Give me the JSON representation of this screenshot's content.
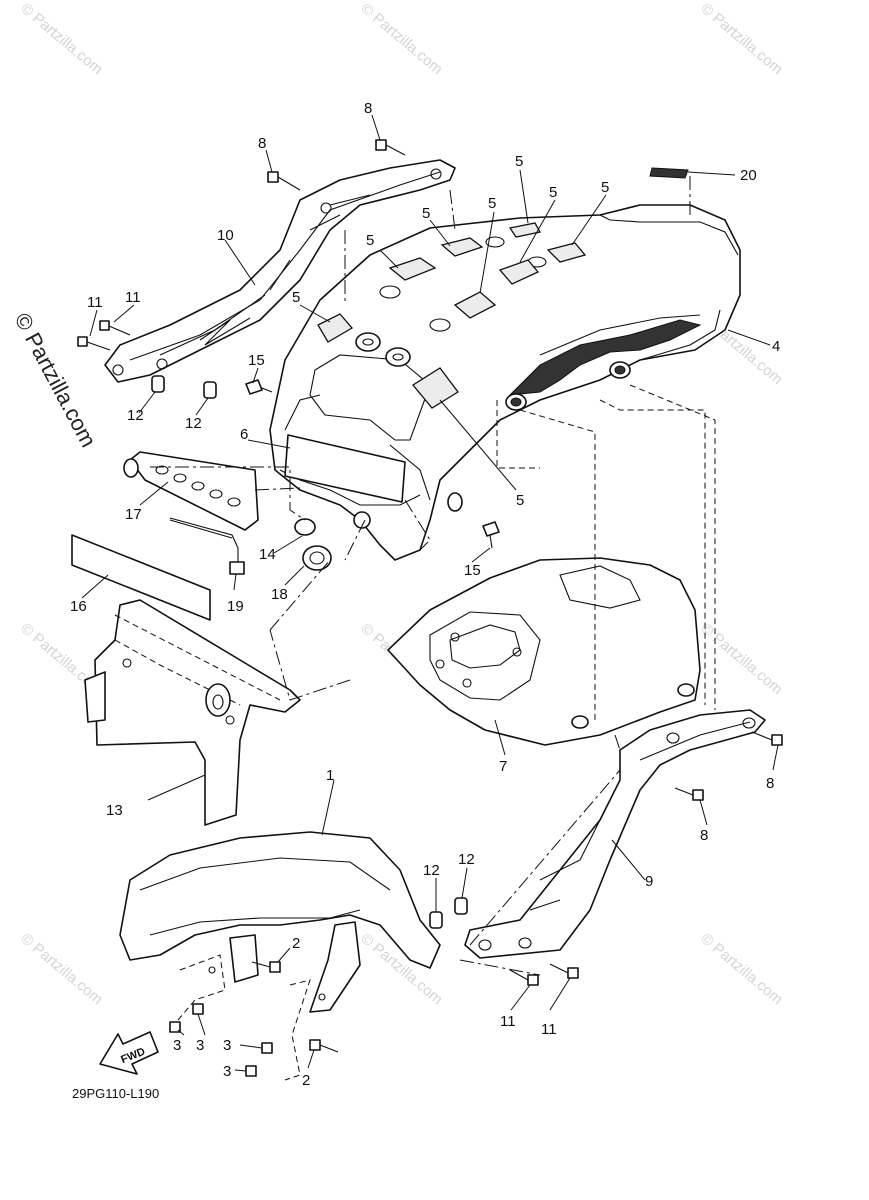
{
  "diagram": {
    "watermark": "© Partzilla.com",
    "drawing_code": "29PG110-L190",
    "fwd_arrow_label": "FWD",
    "callouts": [
      "1",
      "2",
      "2",
      "3",
      "3",
      "3",
      "3",
      "4",
      "5",
      "5",
      "5",
      "5",
      "5",
      "5",
      "5",
      "5",
      "6",
      "7",
      "8",
      "8",
      "8",
      "8",
      "9",
      "10",
      "11",
      "11",
      "11",
      "11",
      "12",
      "12",
      "12",
      "12",
      "13",
      "14",
      "15",
      "15",
      "16",
      "17",
      "18",
      "19",
      "20"
    ]
  }
}
